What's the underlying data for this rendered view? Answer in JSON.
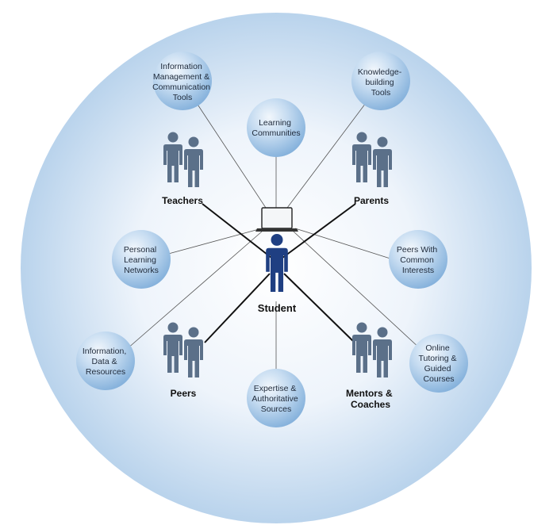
{
  "colors": {
    "background_circle_center": "#ffffff",
    "background_circle_edge": "#b9d3ec",
    "node_light": "#f2f7fc",
    "node_dark": "#86b2dc",
    "person": "#5b7089",
    "student": "#1f3f82",
    "thin_line": "#555555",
    "thick_line": "#111111"
  },
  "center": {
    "label": "Student",
    "device": "laptop-icon"
  },
  "resource_nodes": [
    {
      "id": "info-mgmt",
      "lines": [
        "Information",
        "Management &",
        "Communication",
        "Tools"
      ]
    },
    {
      "id": "knowledge",
      "lines": [
        "Knowledge-",
        "building",
        "Tools"
      ]
    },
    {
      "id": "learning-communities",
      "lines": [
        "Learning",
        "Communities"
      ]
    },
    {
      "id": "personal-networks",
      "lines": [
        "Personal",
        "Learning",
        "Networks"
      ]
    },
    {
      "id": "peers-interests",
      "lines": [
        "Peers With",
        "Common",
        "Interests"
      ]
    },
    {
      "id": "info-data",
      "lines": [
        "Information,",
        "Data &",
        "Resources"
      ]
    },
    {
      "id": "expertise",
      "lines": [
        "Expertise &",
        "Authoritative",
        "Sources"
      ]
    },
    {
      "id": "online-tutoring",
      "lines": [
        "Online",
        "Tutoring &",
        "Guided",
        "Courses"
      ]
    }
  ],
  "people_groups": [
    {
      "id": "teachers",
      "lines": [
        "Teachers"
      ]
    },
    {
      "id": "parents",
      "lines": [
        "Parents"
      ]
    },
    {
      "id": "peers",
      "lines": [
        "Peers"
      ]
    },
    {
      "id": "mentors",
      "lines": [
        "Mentors &",
        "Coaches"
      ]
    }
  ]
}
